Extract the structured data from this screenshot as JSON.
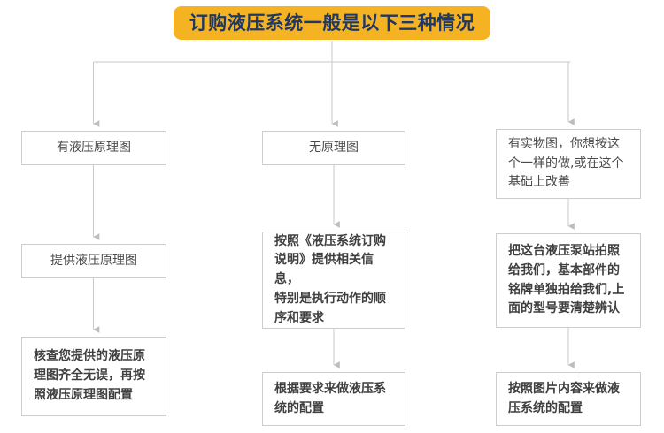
{
  "diagram": {
    "title": {
      "text": "订购液压系统一般是以下三种情况",
      "background_color": "#f5b324",
      "text_color": "#1f3864"
    },
    "theme": {
      "box_border_color": "#cdcdcd",
      "box_background": "#ffffff",
      "connector_color": "#bfbfbf",
      "body_text_color": "#4a4a4a"
    },
    "columns": [
      {
        "id": "column-1",
        "nodes": [
          {
            "id": "c1-r1",
            "text": "有液压原理图"
          },
          {
            "id": "c1-r2",
            "text": "提供液压原理图"
          },
          {
            "id": "c1-r3",
            "text": "核查您提供的液压原\n理图齐全无误，再按\n照液压原理图配置"
          }
        ]
      },
      {
        "id": "column-2",
        "nodes": [
          {
            "id": "c2-r1",
            "text": "无原理图"
          },
          {
            "id": "c2-r2",
            "text": "按照《液压系统订购\n说明》提供相关信息，\n特别是执行动作的顺\n序和要求"
          },
          {
            "id": "c2-r3",
            "text": "根据要求来做液压系\n统的配置"
          }
        ]
      },
      {
        "id": "column-3",
        "nodes": [
          {
            "id": "c3-r1",
            "text": "有实物图，你想按这\n个一样的做,或在这个\n基础上改善"
          },
          {
            "id": "c3-r2",
            "text": "把这台液压泵站拍照\n给我们，基本部件的\n铭牌单独拍给我们,上\n面的型号要清楚辨认"
          },
          {
            "id": "c3-r3",
            "text": "按照图片内容来做液\n压系统的配置"
          }
        ]
      }
    ]
  }
}
